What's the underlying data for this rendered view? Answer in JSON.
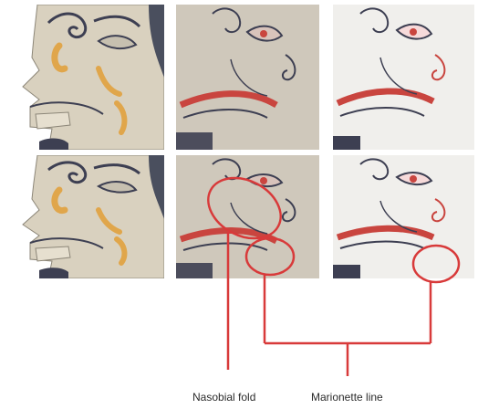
{
  "annotations": {
    "left_label": "Nasobial fold",
    "right_label": "Marionette line"
  },
  "colors": {
    "annotation_red": "#d83a3a",
    "ink_dark": "#3d3f52",
    "ochre": "#e0a64b",
    "lip_red": "#c9453f",
    "parchment_left": "#d9d1bf",
    "parchment_mid": "#cfc8bb",
    "paper_right": "#f0efec"
  },
  "panels": [
    {
      "row": 1,
      "col": 1,
      "style": "original"
    },
    {
      "row": 1,
      "col": 2,
      "style": "sketch"
    },
    {
      "row": 1,
      "col": 3,
      "style": "clean"
    },
    {
      "row": 2,
      "col": 1,
      "style": "original"
    },
    {
      "row": 2,
      "col": 2,
      "style": "sketch-annotated"
    },
    {
      "row": 2,
      "col": 3,
      "style": "clean-annotated"
    }
  ]
}
